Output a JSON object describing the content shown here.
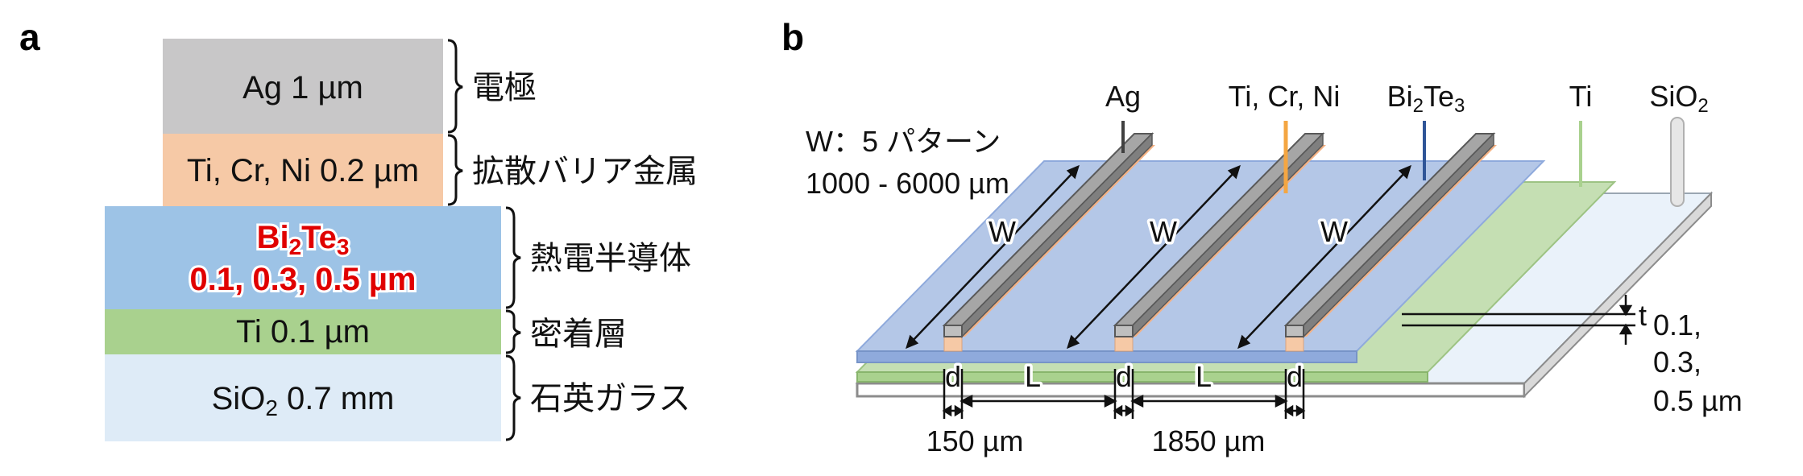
{
  "panel_a": {
    "label": "a",
    "layers": [
      {
        "text": "Ag 1 µm",
        "desc": "電極",
        "color": "#c8c7c8"
      },
      {
        "text": "Ti, Cr, Ni 0.2 µm",
        "desc": "拡散バリア金属",
        "color": "#f6c9a6"
      },
      {
        "text_line1": "Bi",
        "text_sub1": "2",
        "text_mid": "Te",
        "text_sub2": "3",
        "text_line2": "0.1, 0.3, 0.5 µm",
        "desc": "熱電半導体",
        "color": "#9dc3e6",
        "text_color": "#e00000"
      },
      {
        "text": "Ti 0.1 µm",
        "desc": "密着層",
        "color": "#a9d18e"
      },
      {
        "text_pre": "SiO",
        "text_sub": "2",
        "text_post": " 0.7 mm",
        "desc": "石英ガラス",
        "color": "#deebf7"
      }
    ]
  },
  "panel_b": {
    "label": "b",
    "top_labels": {
      "ag": "Ag",
      "barrier": "Ti, Cr, Ni",
      "bite_pre": "Bi",
      "bite_sub1": "2",
      "bite_mid": "Te",
      "bite_sub2": "3",
      "ti": "Ti",
      "sio2_pre": "SiO",
      "sio2_sub": "2"
    },
    "w_note_line1": "W：5 パターン",
    "w_note_line2": "1000 - 6000 µm",
    "w_label": "W",
    "d_label": "d",
    "l_label": "L",
    "d_value": "150 µm",
    "l_value": "1850 µm",
    "t_label": "t",
    "t_values": [
      "0.1,",
      "0.3,",
      "0.5 µm"
    ],
    "colors": {
      "ag": "#7f7f7f",
      "barrier": "#f4a642",
      "bite": "#2f5597",
      "ti": "#a9d18e",
      "glass": "#deebf7",
      "bite_layer": "#b4c7e7"
    }
  }
}
